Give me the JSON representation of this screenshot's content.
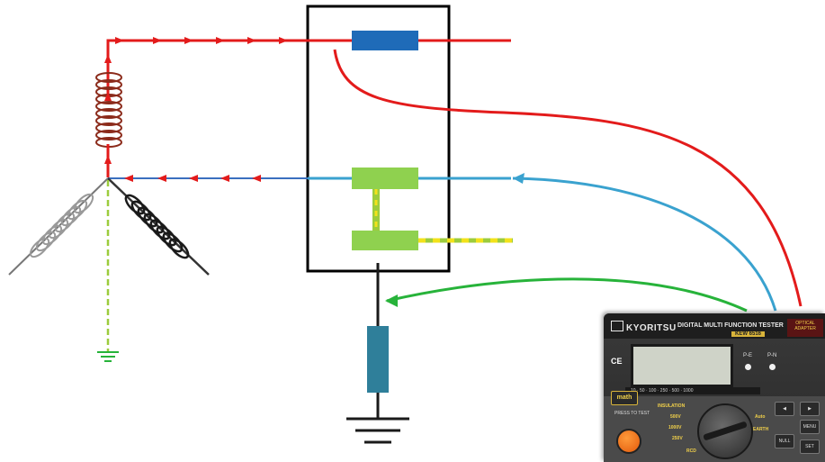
{
  "tester": {
    "brand": "KYORITSU",
    "model_title": "DIGITAL MULTI FUNCTION TESTER",
    "model_number": "KEW 6516",
    "optical_label": "OPTICAL ADAPTER",
    "ce_mark": "CE",
    "pe_label": "P-E",
    "pn_label": "P-N",
    "scale_text": "10 · 50 · 100 · 250 · 500 · 1000",
    "math_label": "math",
    "press_label": "PRESS TO TEST",
    "dial_labels": [
      "INSULATION",
      "500V",
      "1000V",
      "250V",
      "Auto",
      "EARTH",
      "RCD"
    ],
    "button_labels": [
      "NULL",
      "MENU",
      "SET"
    ]
  },
  "colors": {
    "line_wire": "#e31b1b",
    "neutral_wire": "#3aa2cf",
    "earth_wire": "#9ccc3d",
    "earth_stripe": "#f2e21b",
    "lead_green": "#27b33a",
    "fuse": "#1f6bb8",
    "terminal": "#8fd14f",
    "ground_resistor": "#2f7f9a"
  }
}
